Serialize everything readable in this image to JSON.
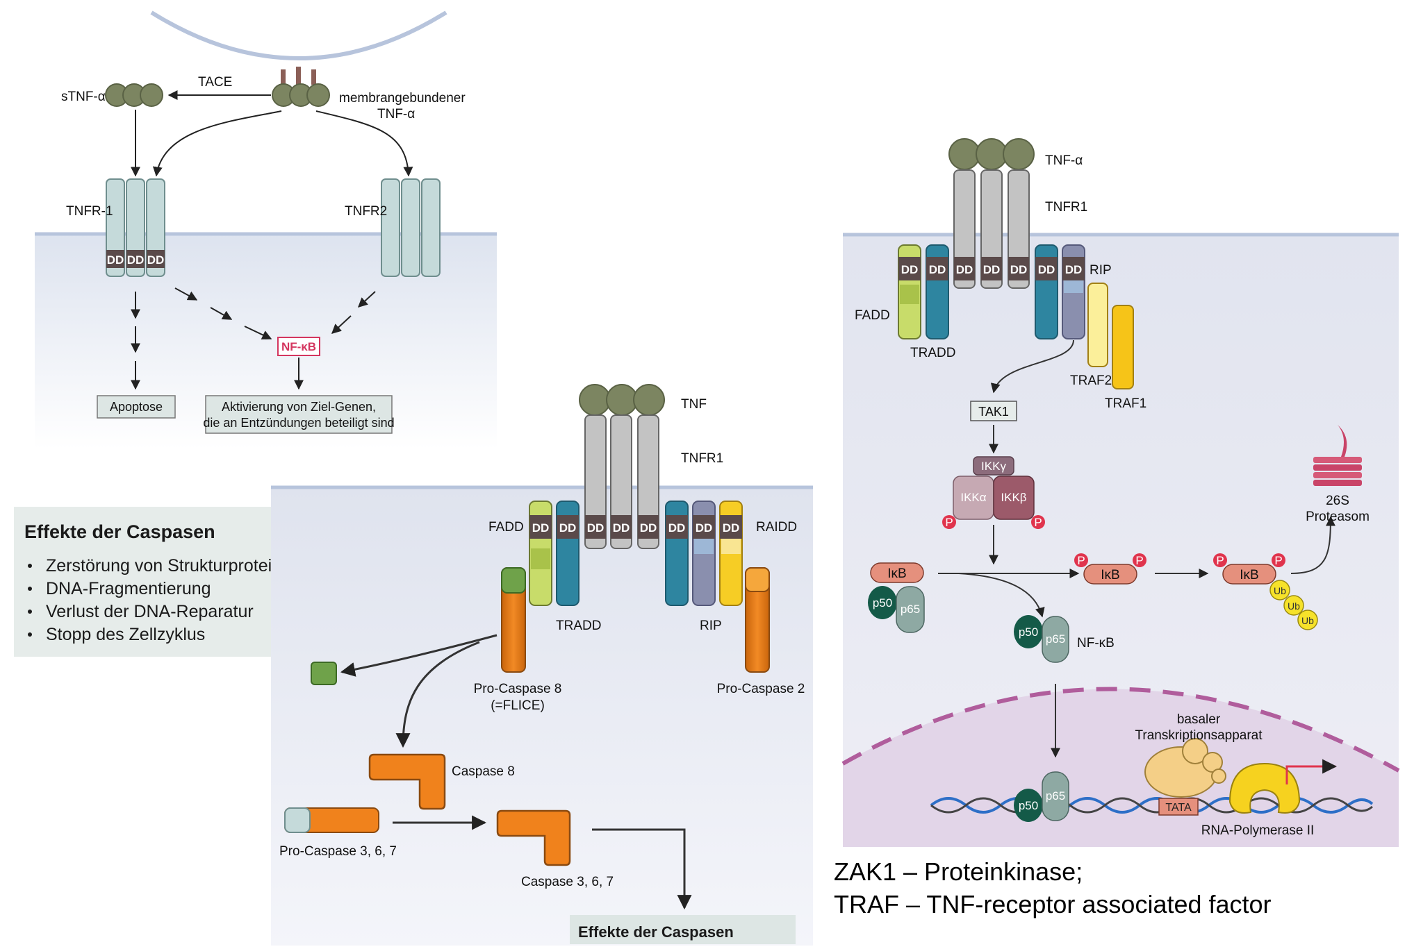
{
  "diagram_a": {
    "tace": "TACE",
    "stnf": "sTNF-α",
    "membrane_tnf_line1": "membrangebundener",
    "membrane_tnf_line2": "TNF-α",
    "tnfr1": "TNFR-1",
    "tnfr2": "TNFR2",
    "dd": "DD",
    "nfkb": "NF-κB",
    "apoptose": "Apoptose",
    "activation_line1": "Aktivierung von Ziel-Genen,",
    "activation_line2": "die an Entzündungen beteiligt sind"
  },
  "effects_box": {
    "title": "Effekte der Caspasen",
    "items": [
      "Zerstörung von Strukturproteinen",
      "DNA-Fragmentierung",
      "Verlust der DNA-Reparatur",
      "Stopp des Zellzyklus"
    ]
  },
  "diagram_b": {
    "tnf": "TNF",
    "tnfr1": "TNFR1",
    "fadd": "FADD",
    "raidd": "RAIDD",
    "tradd": "TRADD",
    "rip": "RIP",
    "dd": "DD",
    "procasp8_line1": "Pro-Caspase 8",
    "procasp8_line2": "(=FLICE)",
    "procasp2": "Pro-Caspase 2",
    "caspase8": "Caspase 8",
    "procasp367": "Pro-Caspase 3, 6, 7",
    "caspase367": "Caspase 3, 6, 7",
    "effects": "Effekte der Caspasen"
  },
  "diagram_c": {
    "tnf_alpha": "TNF-α",
    "tnfr1": "TNFR1",
    "dd": "DD",
    "rip": "RIP",
    "fadd": "FADD",
    "tradd": "TRADD",
    "traf2": "TRAF2",
    "traf1": "TRAF1",
    "tak1": "TAK1",
    "ikk_gamma": "IKKγ",
    "ikk_alpha": "IKKα",
    "ikk_beta": "IKKβ",
    "p": "P",
    "ikb": "IκB",
    "p50": "p50",
    "p65": "p65",
    "nfkb": "NF-κB",
    "ub": "Ub",
    "proteasome_line1": "26S",
    "proteasome_line2": "Proteasom",
    "basal_line1": "basaler",
    "basal_line2": "Transkriptionsapparat",
    "tata": "TATA",
    "polymerase": "RNA-Polymerase II"
  },
  "footnote": {
    "line1": "ZAK1 – Proteinkinase;",
    "line2": "TRAF – TNF-receptor associated factor"
  },
  "colors": {
    "green_ball": "#7c8561",
    "receptor_blue": "#c5dada",
    "receptor_gray": "#c3c3c3",
    "dd_dark": "#5a4a4a",
    "orange": "#f0821c",
    "teal": "#2e85a0",
    "lime": "#c8dc6a",
    "lavender": "#8a8fae",
    "yellow": "#f6cd25",
    "pink_box": "#d4365f",
    "ikb": "#e5907d",
    "p65": "#8ea9a3",
    "p50": "#145a48"
  }
}
